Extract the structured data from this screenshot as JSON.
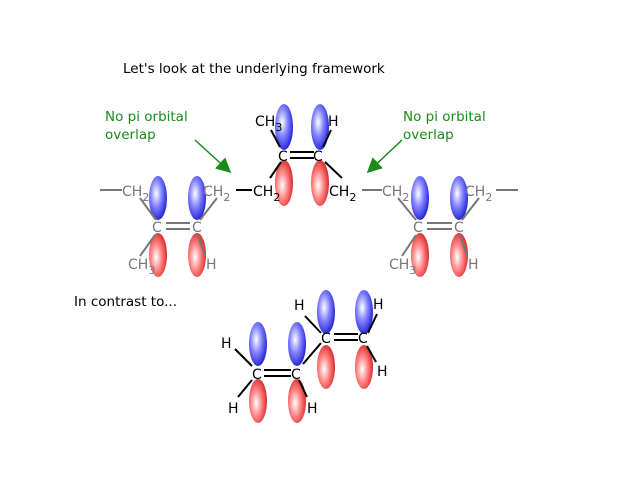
{
  "title": "Let's look at the underlying framework",
  "annotations": {
    "left_line1": "No pi orbital",
    "left_line2": "overlap",
    "right_line1": "No pi orbital",
    "right_line2": "overlap"
  },
  "contrast_label": "In contrast to...",
  "atoms": {
    "C": "C",
    "H": "H",
    "CH": "CH",
    "sub2": "2",
    "sub3": "3"
  },
  "colors": {
    "upper_lobe": "#2020e0",
    "lower_lobe": "#e02020",
    "annotation_text": "#1a8a1a",
    "framework_gray": "#777777",
    "highlight_black": "#000000"
  }
}
